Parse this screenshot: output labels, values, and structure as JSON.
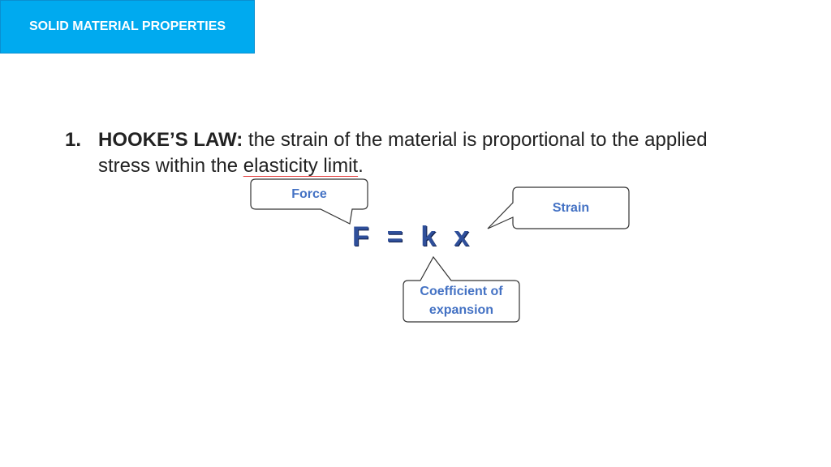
{
  "header": {
    "title": "SOLID MATERIAL PROPERTIES"
  },
  "point": {
    "number": "1.",
    "heading": "HOOKE’S LAW:",
    "text_before": " the strain of the material is proportional to the applied stress within the ",
    "underlined": "elasticity limit",
    "text_after": "."
  },
  "formula": "F  =  k  x",
  "callouts": {
    "force": "Force",
    "strain": "Strain",
    "coefficient_line1": "Coefficient of",
    "coefficient_line2": "expansion"
  },
  "colors": {
    "header_bg": "#00aaef",
    "callout_text": "#4472c4",
    "formula": "#2f4f9a",
    "underline": "#e23b3b"
  }
}
